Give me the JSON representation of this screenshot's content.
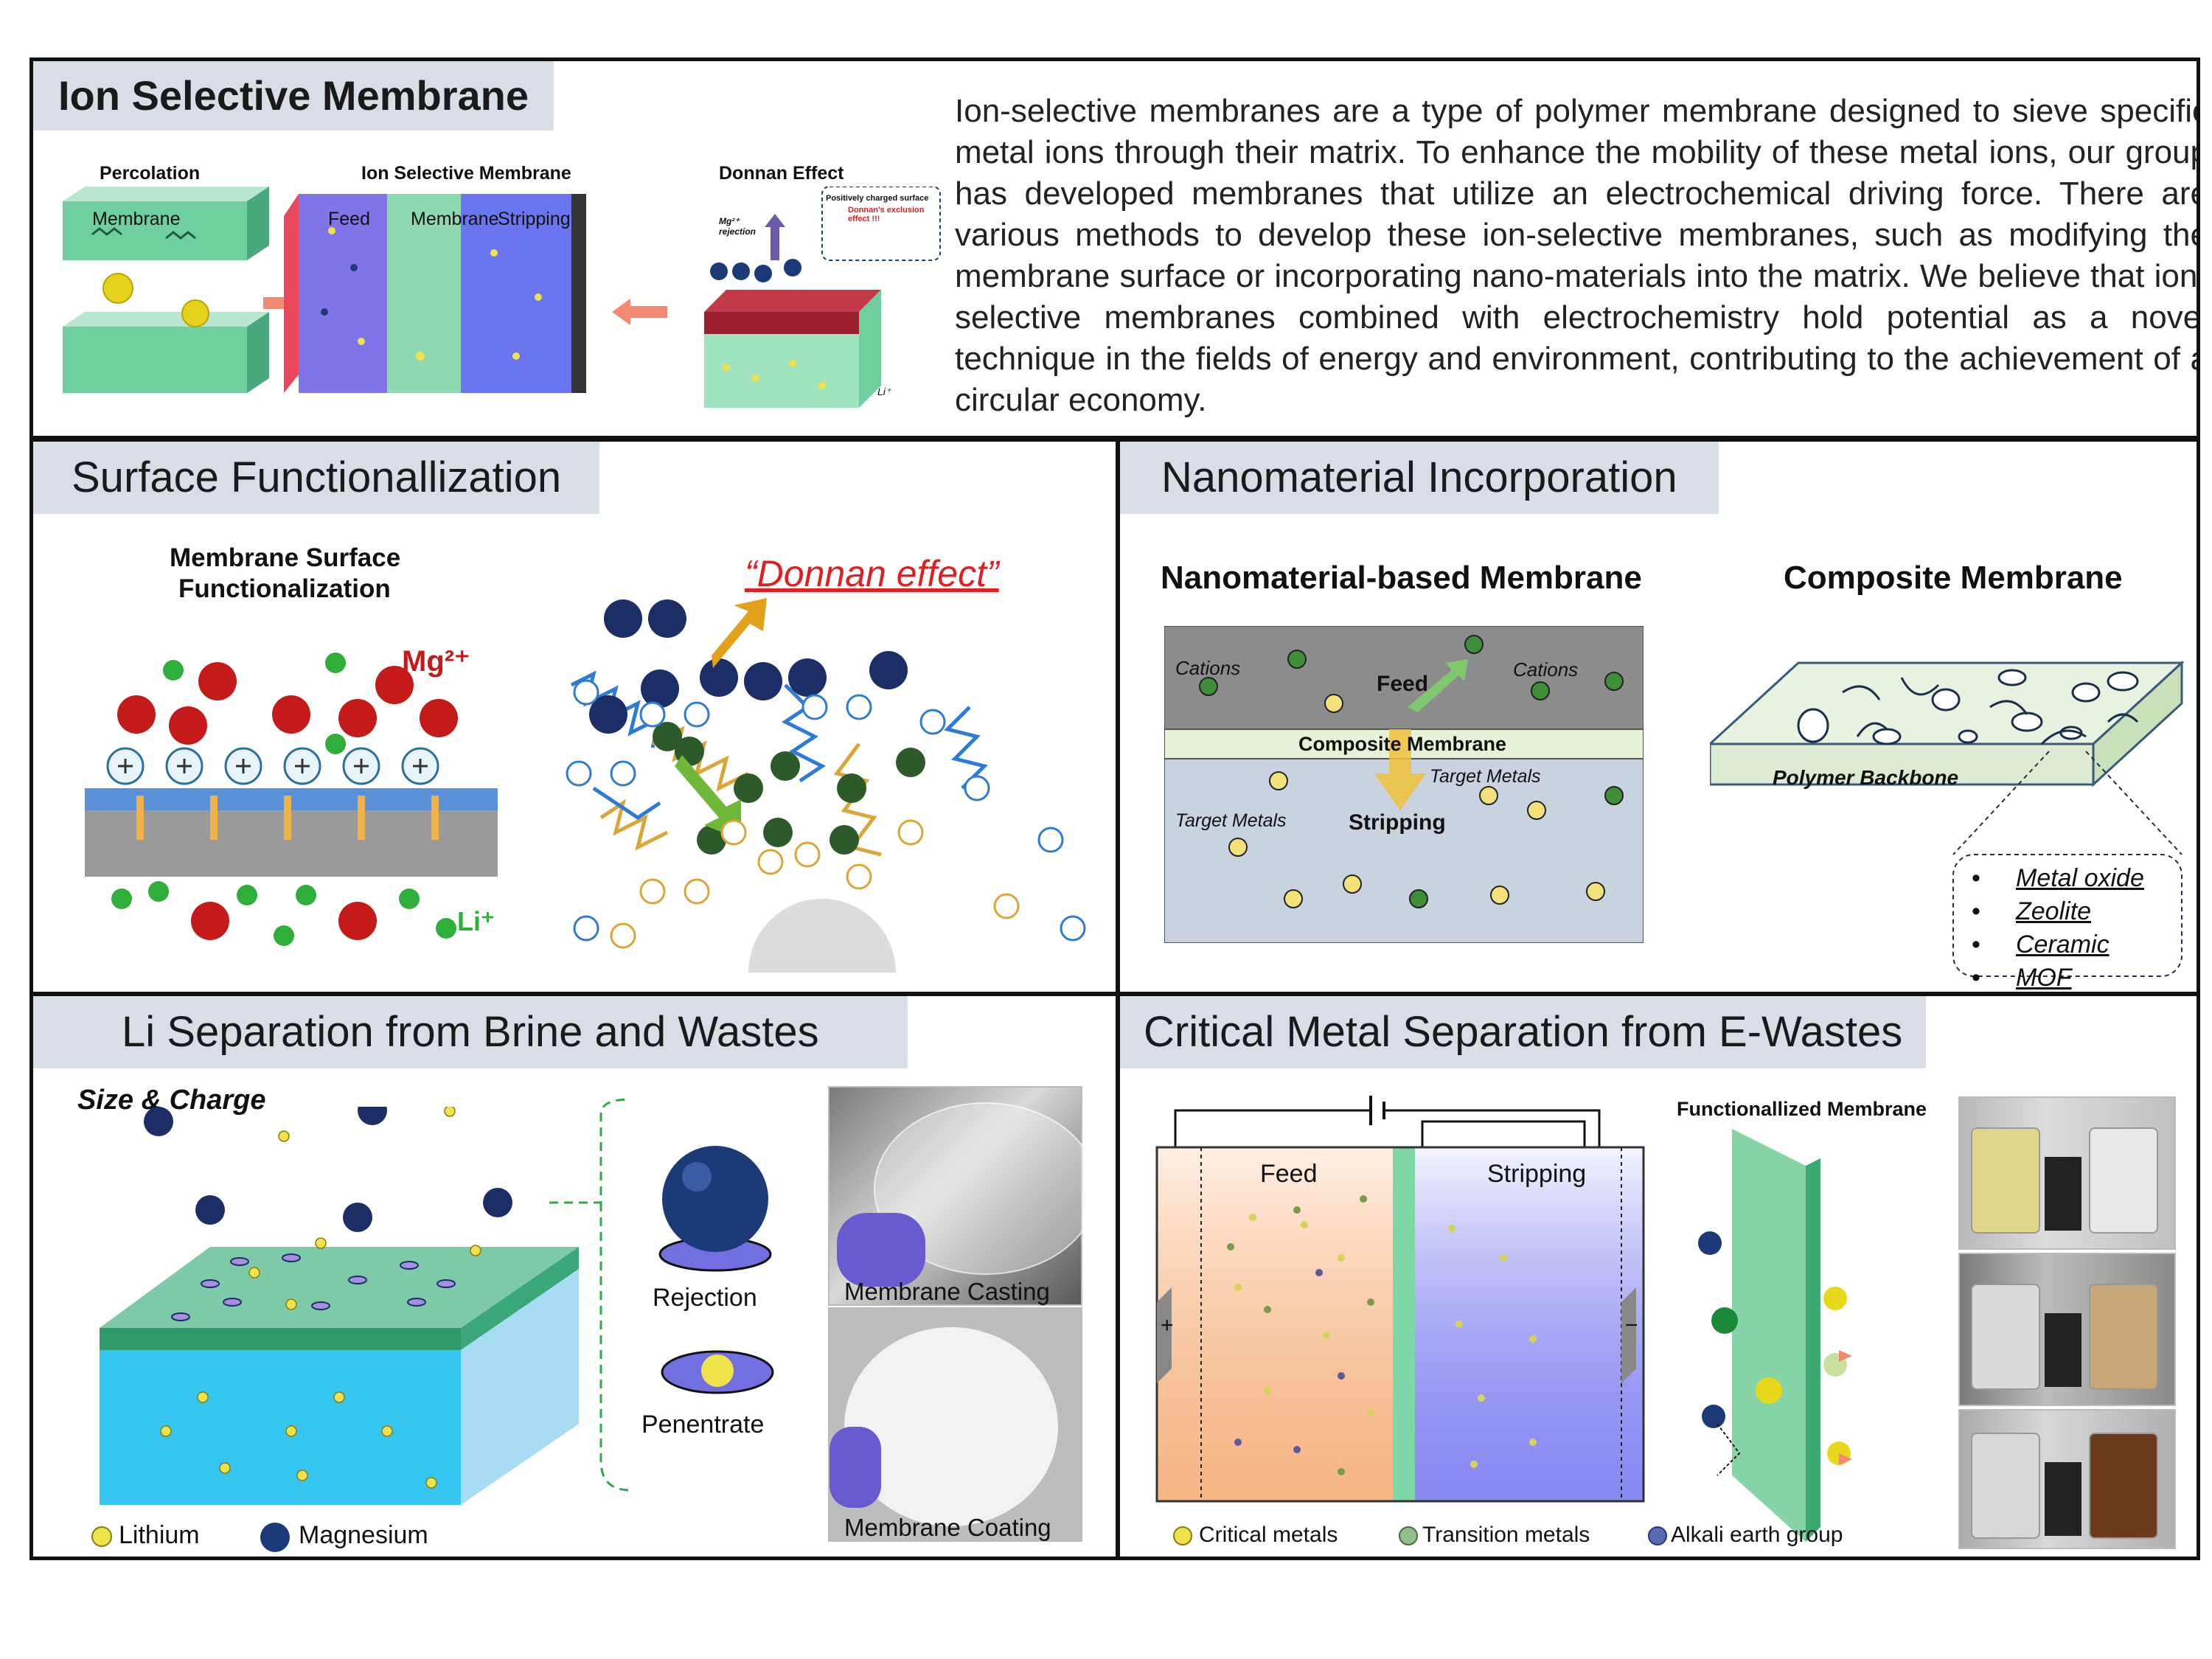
{
  "top": {
    "title": "Ion Selective Membrane",
    "paragraph": "Ion-selective membranes are a type of polymer membrane designed to sieve specific metal ions through their matrix. To enhance the mobility of these metal ions, our group has developed membranes that utilize an electrochemical driving force. There are various methods to develop these ion-selective membranes, such as modifying the membrane surface or incorporating nano-materials into the matrix. We believe that ion-selective membranes combined with electrochemistry hold potential as a novel technique in the fields of energy and environment, contributing to the achievement of a circular economy.",
    "percolation": {
      "title": "Percolation",
      "membrane": "Membrane"
    },
    "ism": {
      "title": "Ion Selective Membrane",
      "feed": "Feed",
      "membrane": "Membrane",
      "stripping": "Stripping"
    },
    "donnan": {
      "title": "Donnan Effect",
      "rejection": "Mg²⁺ rejection",
      "surface": "Positively charged surface",
      "exclusion": "Donnan's exclusion effect !!!",
      "li": "Li⁺"
    }
  },
  "surface": {
    "title": "Surface Functionallization",
    "subtitle_line1": "Membrane Surface",
    "subtitle_line2": "Functionalization",
    "mg": "Mg²⁺",
    "li": "Li⁺",
    "donnan": "“Donnan effect”"
  },
  "nano": {
    "title": "Nanomaterial Incorporation",
    "left_heading": "Nanomaterial-based Membrane",
    "right_heading": "Composite Membrane",
    "cations_left": "Cations",
    "cations_right": "Cations",
    "feed": "Feed",
    "composite_membrane": "Composite Membrane",
    "target_metals_right": "Target Metals",
    "target_metals_left": "Target Metals",
    "stripping": "Stripping",
    "polymer_backbone": "Polymer Backbone",
    "materials": [
      "Metal oxide",
      "Zeolite",
      "Ceramic",
      "MOF"
    ]
  },
  "li": {
    "title": "Li Separation from Brine and Wastes",
    "size_charge": "Size & Charge",
    "rejection": "Rejection",
    "penetrate": "Penentrate",
    "casting": "Membrane Casting",
    "coating": "Membrane Coating",
    "legend_lithium": "Lithium",
    "legend_magnesium": "Magnesium"
  },
  "critical": {
    "title": "Critical Metal Separation from E-Wastes",
    "functionalized": "Functionallized Membrane",
    "feed": "Feed",
    "stripping": "Stripping",
    "plus": "+",
    "minus": "−",
    "legend_critical": "Critical metals",
    "legend_transition": "Transition metals",
    "legend_alkali": "Alkali earth group"
  },
  "colors": {
    "title_bg": "#d9dee6",
    "lithium": "#f0e24a",
    "magnesium": "#1c3a78",
    "green_ion": "#2f8a3a",
    "donnan_red": "#e02020"
  }
}
